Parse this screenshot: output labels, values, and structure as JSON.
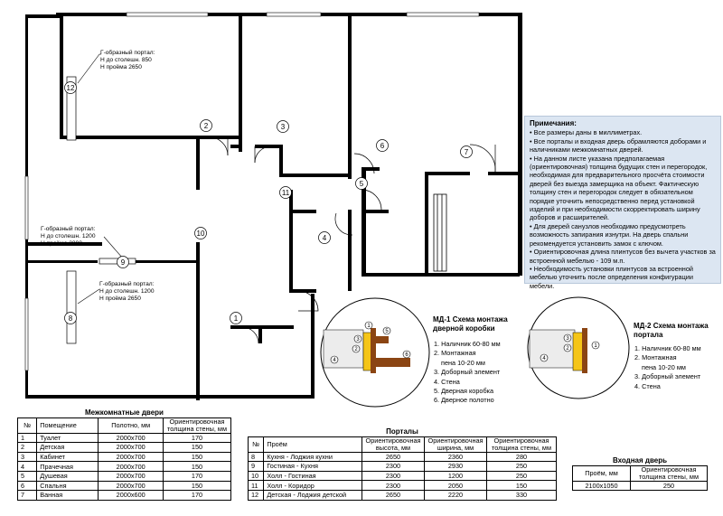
{
  "plan": {
    "markers": [
      {
        "id": "marker-1",
        "label": "1"
      },
      {
        "id": "marker-2",
        "label": "2"
      },
      {
        "id": "marker-3",
        "label": "3"
      },
      {
        "id": "marker-4",
        "label": "4"
      },
      {
        "id": "marker-5",
        "label": "5"
      },
      {
        "id": "marker-6",
        "label": "6"
      },
      {
        "id": "marker-7",
        "label": "7"
      },
      {
        "id": "marker-8",
        "label": "8"
      },
      {
        "id": "marker-9",
        "label": "9"
      },
      {
        "id": "marker-10",
        "label": "10"
      },
      {
        "id": "marker-11",
        "label": "11"
      },
      {
        "id": "marker-12",
        "label": "12"
      }
    ],
    "portal_annotations": [
      {
        "line1": "Г-образный портал:",
        "line2": "Н до столешн. 850",
        "line3": "Н проёма 2650"
      },
      {
        "line1": "Г-образный портал:",
        "line2": "Н до столешн. 1200",
        "line3": "Н проёма 2300"
      },
      {
        "line1": "Г-образный портал:",
        "line2": "Н до столешн. 1200",
        "line3": "Н проёма 2650"
      }
    ]
  },
  "notes": {
    "title": "Примечания:",
    "items": [
      "• Все размеры даны в миллиметрах.",
      "• Все порталы и входная дверь обрамляются доборами и наличниками межкомнатных дверей.",
      "• На данном листе указана предполагаемая (ориентировочная) толщина будущих стен и перегородок, необходимая для предварительного просчёта стоимости дверей без выезда замерщика на объект. Фактическую толщину стен и перегородок следует в обязательном порядке уточнить непосредственно перед установкой изделий и при необходимости скорректировать ширину доборов и расширителей.",
      "• Для дверей санузлов необходимо предусмотреть возможность запирания изнутри. На дверь спальни рекомендуется установить замок с ключом.",
      "• Ориентировочная длина плинтусов без вычета участков за встроенной мебелью - 109 м.п.",
      "• Необходимость установки плинтусов за встроенной мебелью уточнить после определения конфигурации мебели."
    ]
  },
  "md1": {
    "title_line1": "МД-1 Схема монтажа",
    "title_line2": "дверной коробки",
    "items": [
      "1. Наличник 60-80 мм",
      "2. Монтажная",
      "пена 10-20 мм",
      "3. Доборный элемент",
      "4. Стена",
      "5. Дверная коробка",
      "6. Дверное полотно"
    ],
    "callouts": [
      "1",
      "2",
      "3",
      "4",
      "5",
      "6"
    ]
  },
  "md2": {
    "title_line1": "МД-2 Схема монтажа",
    "title_line2": "портала",
    "items": [
      "1. Наличник 60-80 мм",
      "2. Монтажная",
      "пена 10-20 мм",
      "3. Доборный элемент",
      "4. Стена"
    ],
    "callouts": [
      "1",
      "2",
      "3",
      "4"
    ]
  },
  "doors_table": {
    "caption": "Межкомнатные двери",
    "headers": [
      "№",
      "Помещение",
      "Полотно, мм",
      "Ориентировочная толщина стены, мм"
    ],
    "rows": [
      [
        "1",
        "Туалет",
        "2000х700",
        "170"
      ],
      [
        "2",
        "Детская",
        "2000х700",
        "150"
      ],
      [
        "3",
        "Кабинет",
        "2000х700",
        "150"
      ],
      [
        "4",
        "Прачечная",
        "2000х700",
        "150"
      ],
      [
        "5",
        "Душевая",
        "2000х700",
        "170"
      ],
      [
        "6",
        "Спальня",
        "2000х700",
        "150"
      ],
      [
        "7",
        "Ванная",
        "2000х600",
        "170"
      ]
    ]
  },
  "portals_table": {
    "caption": "Порталы",
    "headers": [
      "№",
      "Проём",
      "Ориентировочная высота, мм",
      "Ориентировочная ширина, мм",
      "Ориентировочная толщина стены, мм"
    ],
    "rows": [
      [
        "8",
        "Кухня - Лоджия кухни",
        "2650",
        "2360",
        "280"
      ],
      [
        "9",
        "Гостиная - Кухня",
        "2300",
        "2930",
        "250"
      ],
      [
        "10",
        "Холл - Гостиная",
        "2300",
        "1200",
        "250"
      ],
      [
        "11",
        "Холл - Коридор",
        "2300",
        "2050",
        "150"
      ],
      [
        "12",
        "Детская - Лоджия детской",
        "2650",
        "2220",
        "330"
      ]
    ]
  },
  "entrance_table": {
    "caption": "Входная дверь",
    "headers": [
      "Проём, мм",
      "Ориентировочная толщина стены, мм"
    ],
    "rows": [
      [
        "2100х1050",
        "250"
      ]
    ]
  }
}
